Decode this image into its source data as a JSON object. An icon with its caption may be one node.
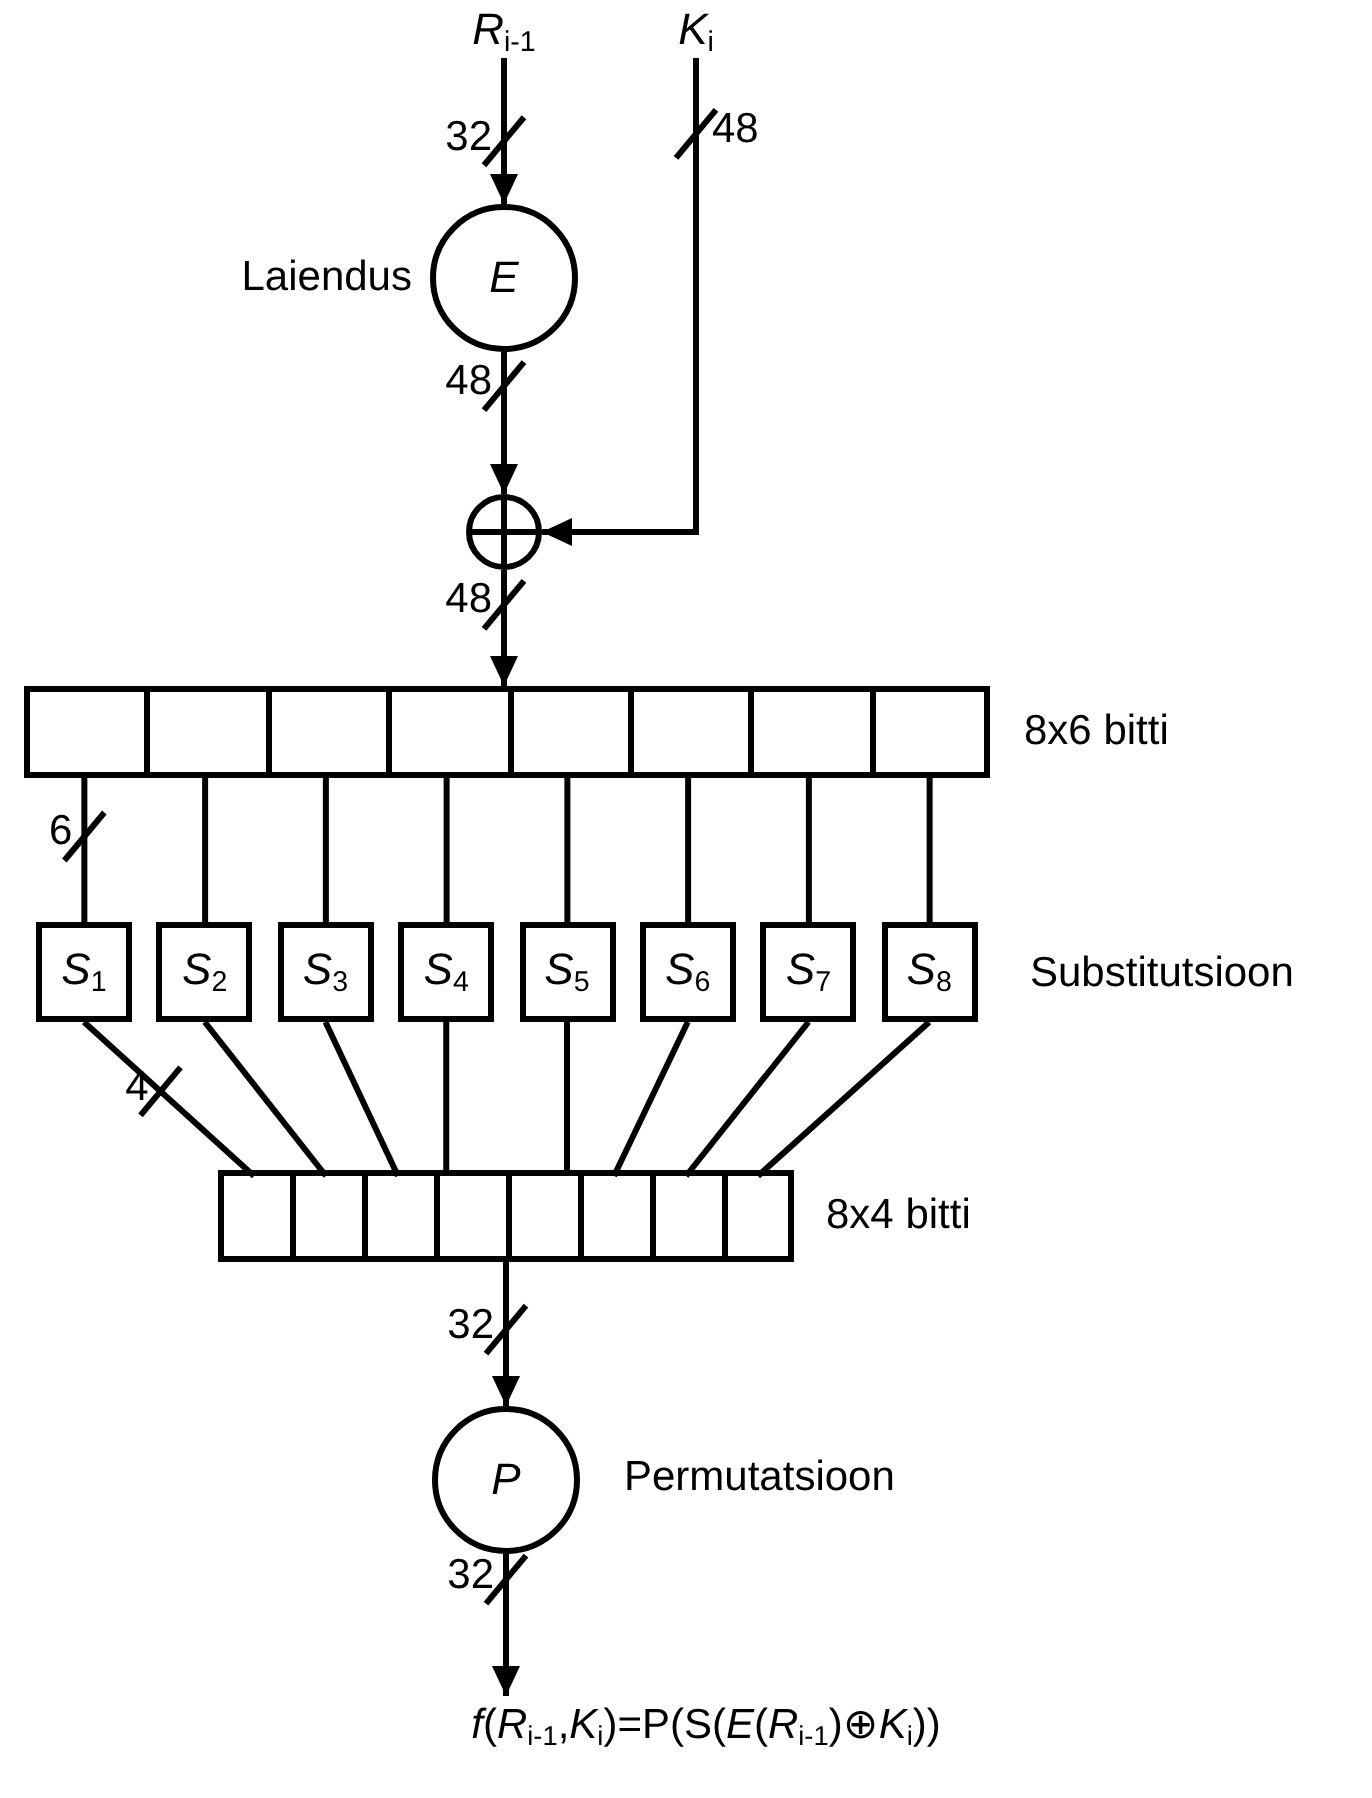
{
  "diagram": {
    "nodes": [
      {
        "text": [
          "*R*$_{i-1}$"
        ]
      },
      {
        "text": [
          "*K*$_{i}$"
        ]
      },
      {
        "text": [
          "E"
        ],
        "beside": [
          "Laiendus"
        ]
      },
      {
        "text": [],
        "shape": "circle"
      },
      {
        "text": [],
        "shape": "bar",
        "beside": [
          "8x6 bitti"
        ]
      },
      {
        "text": [],
        "shape": "box",
        "in": 4
      },
      {
        "text": [],
        "shape": "box",
        "in": 4
      },
      {
        "text": [],
        "shape": "box",
        "in": 4
      },
      {
        "text": [],
        "shape": "box",
        "in": 4
      },
      {
        "text": [],
        "shape": "box",
        "in": 4
      },
      {
        "text": [],
        "shape": "box",
        "in": 4
      },
      {
        "text": [],
        "shape": "box",
        "in": 4
      },
      {
        "text": [],
        "shape": "box",
        "in": 4
      },
      {
        "text": [
          "*S*$_{1}$"
        ]
      },
      {
        "text": [
          "*S*$_{2}$"
        ]
      },
      {
        "text": [
          "*S*$_{3}$"
        ]
      },
      {
        "text": [
          "*S*$_{4}$"
        ]
      },
      {
        "text": [
          "*S*$_{5}$"
        ]
      },
      {
        "text": [
          "*S*$_{6}$"
        ]
      },
      {
        "text": [
          "*S*$_{7}$"
        ]
      },
      {
        "text": [
          "*S*$_{8}$"
        ]
      },
      {
        "text": [],
        "shape": "bar",
        "beside": [
          "8x4 bitti"
        ]
      },
      {
        "text": [],
        "shape": "box",
        "in": 21
      },
      {
        "text": [],
        "shape": "box",
        "in": 21
      },
      {
        "text": [],
        "shape": "box",
        "in": 21
      },
      {
        "text": [],
        "shape": "box",
        "in": 21
      },
      {
        "text": [],
        "shape": "box",
        "in": 21
      },
      {
        "text": [],
        "shape": "box",
        "in": 21
      },
      {
        "text": [],
        "shape": "box",
        "in": 21
      },
      {
        "text": [],
        "shape": "box",
        "in": 21
      },
      {
        "text": [
          "P"
        ],
        "beside": [
          "Permutatsioon"
        ]
      },
      {
        "text": [
          "*f*(*R*$_{i-1}$,*K*$_{i}$)=P(S(*E*(*R*$_{i-1}$)⊕*K*$_{i}$))"
        ]
      }
    ],
    "edges": [
      {
        "from": 0,
        "to": 2,
        "arrow": "to",
        "label": "32"
      },
      {
        "from": 1,
        "to": 3,
        "arrow": "to",
        "label": "48"
      },
      {
        "from": 2,
        "to": 3,
        "arrow": "to",
        "label": "48"
      },
      {
        "from": 3,
        "to": 4,
        "arrow": "to",
        "label": "48"
      },
      {
        "from": 5,
        "to": 13,
        "arrow": "none",
        "label": "6"
      },
      {
        "from": 6,
        "to": 14,
        "arrow": "none"
      },
      {
        "from": 7,
        "to": 15,
        "arrow": "none"
      },
      {
        "from": 8,
        "to": 16,
        "arrow": "none"
      },
      {
        "from": 9,
        "to": 17,
        "arrow": "none"
      },
      {
        "from": 10,
        "to": 18,
        "arrow": "none"
      },
      {
        "from": 11,
        "to": 19,
        "arrow": "none"
      },
      {
        "from": 12,
        "to": 20,
        "arrow": "none"
      },
      {
        "from": 13,
        "to": 22,
        "arrow": "none",
        "label": "4"
      },
      {
        "from": 14,
        "to": 23,
        "arrow": "none"
      },
      {
        "from": 15,
        "to": 24,
        "arrow": "none"
      },
      {
        "from": 16,
        "to": 25,
        "arrow": "none"
      },
      {
        "from": 17,
        "to": 26,
        "arrow": "none"
      },
      {
        "from": 18,
        "to": 27,
        "arrow": "none"
      },
      {
        "from": 19,
        "to": 28,
        "arrow": "none"
      },
      {
        "from": 20,
        "to": 29,
        "arrow": "none"
      },
      {
        "from": 21,
        "to": 30,
        "arrow": "to",
        "label": "32"
      },
      {
        "from": 30,
        "to": 31,
        "arrow": "to",
        "label": "32"
      }
    ],
    "labels": [
      "Substitutsioon"
    ]
  }
}
